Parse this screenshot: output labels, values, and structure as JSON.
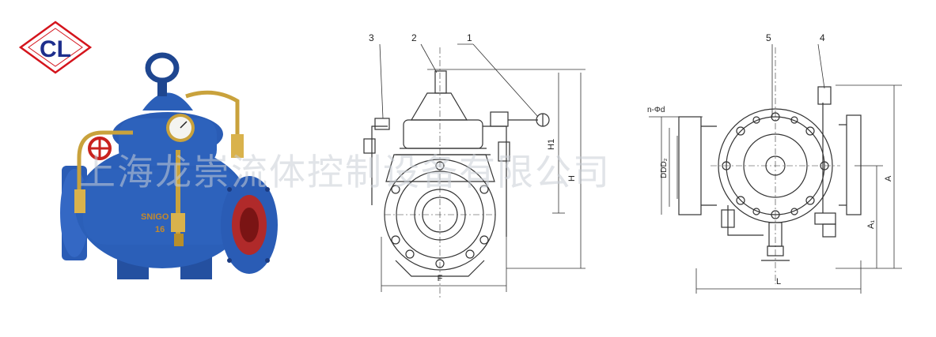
{
  "logo": {
    "lettering": "CL",
    "color": "#d4141c",
    "inner_color": "#1d2e8c"
  },
  "product_photo": {
    "icon": "valve-photo",
    "body_color": "#2b5fb8",
    "brass_color": "#c9a23c",
    "handwheel_color": "#c8221e",
    "casting_text_1": "SNIGO",
    "casting_text_2": "16"
  },
  "side_view": {
    "callouts": [
      "3",
      "2",
      "1"
    ],
    "dimensions": {
      "height_label": "H",
      "upper_height_label": "H1",
      "width_label": "F"
    }
  },
  "end_view": {
    "callouts": [
      "5",
      "4"
    ],
    "dimensions": {
      "bolt_label": "n-Φd",
      "diameters_label": "DDD₂",
      "height_label": "A",
      "lower_height_label": "A₁",
      "length_label": "L"
    }
  },
  "watermark": {
    "text": "上海龙崇流体控制设备有限公司",
    "color": "#c8cdd6"
  }
}
